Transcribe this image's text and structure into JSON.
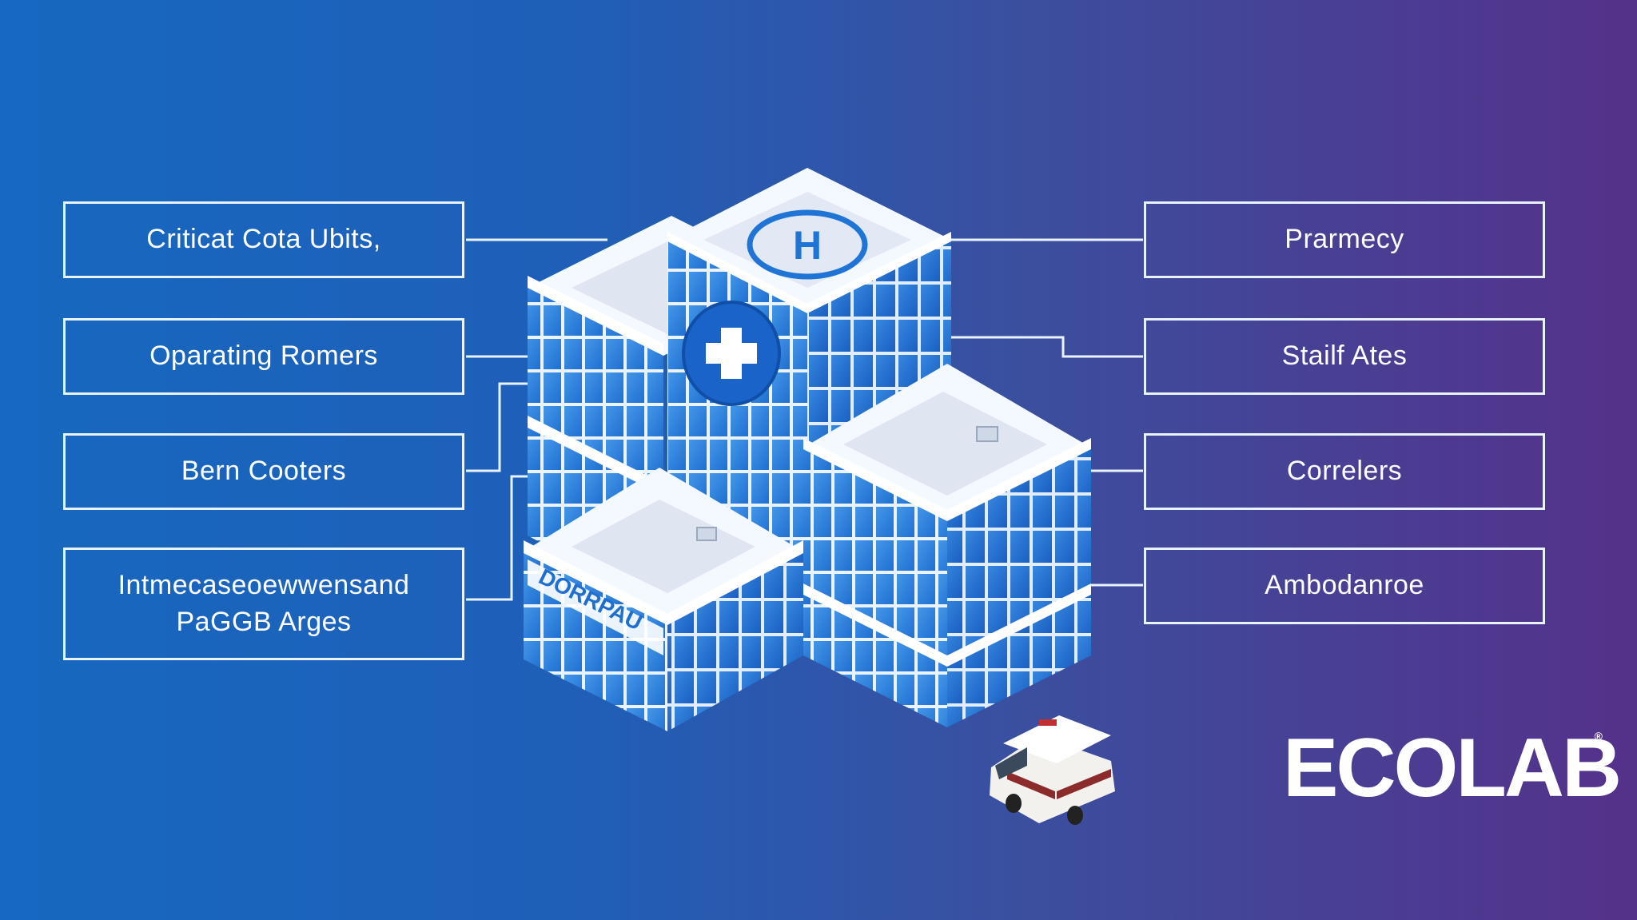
{
  "labels_left": [
    {
      "text": "Criticat Cota Ubits,"
    },
    {
      "text": "Oparating Romers"
    },
    {
      "text": "Bern Cooters"
    },
    {
      "text": "Intmecaseoewwensand\nPaGGB Arges"
    }
  ],
  "labels_right": [
    {
      "text": "Prarmecy"
    },
    {
      "text": "Stailf Ates"
    },
    {
      "text": "Correlers"
    },
    {
      "text": "Ambodanroe"
    }
  ],
  "building": {
    "wing_sign": "DORRPAU",
    "helipad_letter": "H"
  },
  "brand": {
    "logo_text": "ECOLAB",
    "registered_mark": "®"
  },
  "colors": {
    "background_left": "#1668c0",
    "background_right": "#55318a",
    "glass": "#2f86df",
    "frame": "#ffffff",
    "ambulance_stripe": "#8c2b2b"
  }
}
